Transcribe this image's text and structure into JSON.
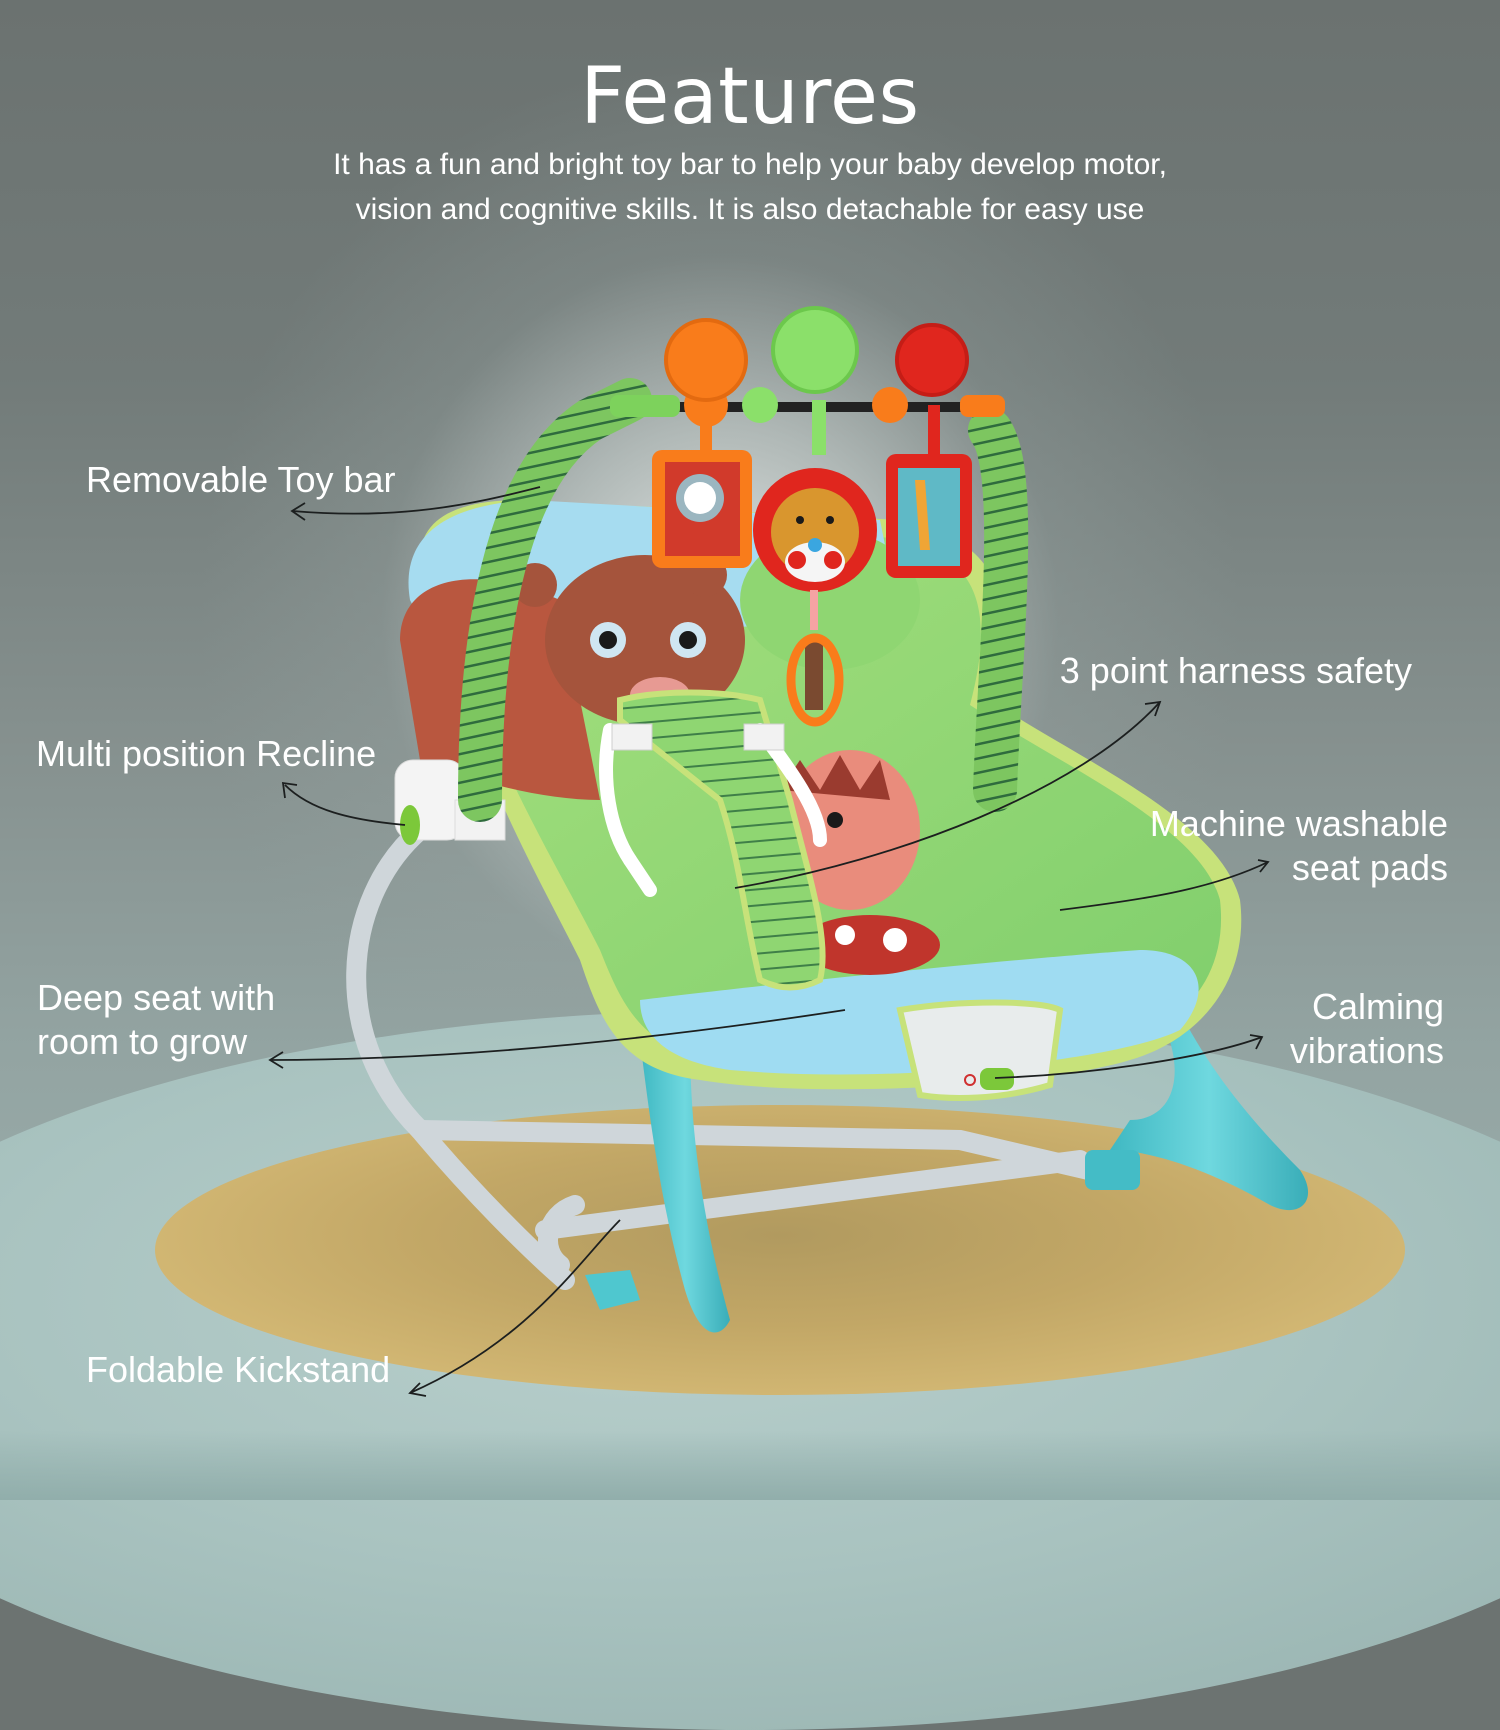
{
  "header": {
    "title": "Features",
    "subtitle_line1": "It has a fun and bright toy bar to help your baby develop motor,",
    "subtitle_line2": "vision and cognitive skills. It is also detachable for easy use"
  },
  "features": [
    {
      "id": "toy-bar",
      "lines": [
        "Removable Toy bar"
      ],
      "side": "left"
    },
    {
      "id": "recline",
      "lines": [
        "Multi position Recline"
      ],
      "side": "left"
    },
    {
      "id": "deep-seat",
      "lines": [
        "Deep seat with",
        "room to grow"
      ],
      "side": "left"
    },
    {
      "id": "kickstand",
      "lines": [
        "Foldable Kickstand"
      ],
      "side": "left"
    },
    {
      "id": "harness",
      "lines": [
        "3 point harness safety"
      ],
      "side": "right"
    },
    {
      "id": "washable",
      "lines": [
        "Machine washable",
        "seat pads"
      ],
      "side": "right"
    },
    {
      "id": "vibrations",
      "lines": [
        "Calming",
        "vibrations"
      ],
      "side": "right"
    }
  ],
  "product": {
    "name": "baby rocker bouncer",
    "toy_bar_items": [
      "orange disc",
      "green disc",
      "red disc",
      "lion mirror card",
      "lion rattle",
      "giraffe mirror card",
      "teether ring"
    ],
    "colors": {
      "seat_green": "#8fd672",
      "trim_lime": "#c7e27a",
      "frame_teal": "#4fc7cf",
      "frame_grey": "#cfd6da",
      "rug_gold": "#d3b874",
      "floor_mint": "#a9c3c0",
      "bg_grey": "#6c7371",
      "text_white": "#ffffff"
    }
  }
}
